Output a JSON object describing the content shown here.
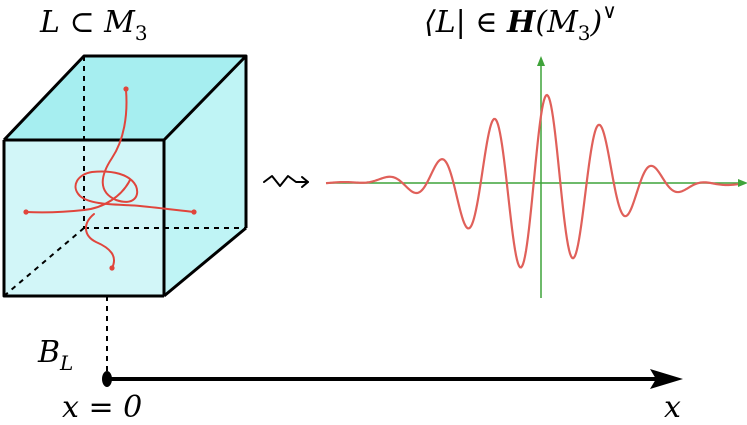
{
  "labels": {
    "link_in_manifold": {
      "base": "L ⊂ M",
      "sub": "3"
    },
    "state_in_hilbert": {
      "pre": "⟨L| ∈ ",
      "script_h": "H",
      "mid": "(M",
      "sub": "3",
      "post": ")",
      "sup": "∨"
    },
    "boundary": {
      "base": "B",
      "sub": "L"
    },
    "origin": "x = 0",
    "axis_label": "x",
    "squiggle_arrow": "⇝"
  },
  "colors": {
    "cube_face": "#d2f6f8",
    "cube_top": "#a6eef0",
    "cube_side": "#bff4f5",
    "link_strand": "#e0453c",
    "wave_curve": "#e0605a",
    "wave_axes": "#3fa33a",
    "ink": "#000000"
  }
}
